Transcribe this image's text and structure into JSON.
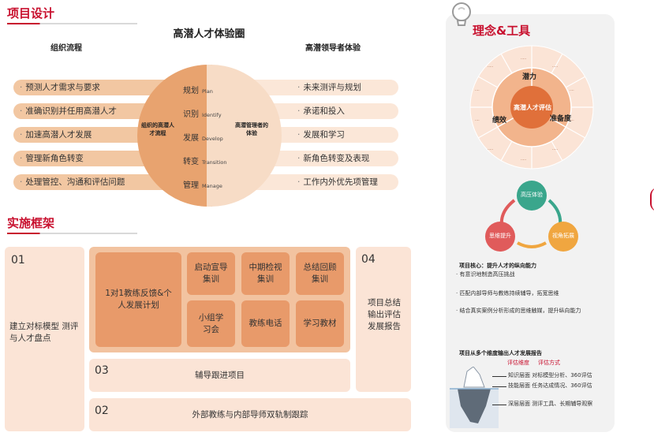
{
  "design": {
    "heading": "项目设计",
    "center_title": "高潜人才体验圈",
    "left_col_title": "组织流程",
    "right_col_title": "高潜领导者体验",
    "left_items": [
      "预测人才需求与要求",
      "准确识别并任用高潜人才",
      "加速高潜人才发展",
      "管理新角色转变",
      "处理管控、沟通和评估问题"
    ],
    "right_items": [
      "未来测评与规划",
      "承诺和投入",
      "发展和学习",
      "新角色转变及表现",
      "工作内外优先项管理"
    ],
    "stages": [
      {
        "cn": "规划",
        "en": "Plan"
      },
      {
        "cn": "识别",
        "en": "Identify"
      },
      {
        "cn": "发展",
        "en": "Develop"
      },
      {
        "cn": "转变",
        "en": "Transition"
      },
      {
        "cn": "管理",
        "en": "Manage"
      }
    ],
    "blob_left_label": "组织的高潜人才流程",
    "blob_right_label": "高潜管理者的体验"
  },
  "framework": {
    "heading": "实施框架",
    "box01_num": "01",
    "box01_text": "建立对标模型 测评与人才盘点",
    "box04_num": "04",
    "box04_text": "项目总结输出评估发展报告",
    "box03_num": "03",
    "box03_text": "辅导跟进项目",
    "box02_num": "02",
    "box02_text": "外部教练与内部导师双轨制跟踪",
    "coaching": "1对1教练反馈&个人发展计划",
    "kickoff": "启动宣导集训",
    "midterm": "中期检视集训",
    "summary": "总结回顾集训",
    "group": "小组学习会",
    "phone": "教练电话",
    "materials": "学习教材"
  },
  "concept": {
    "heading": "理念&工具",
    "wheel_center": "高潜人才评估",
    "wheel_top": "潜力",
    "wheel_left": "绩效",
    "wheel_right": "准备度",
    "cycle_top": "高压体验",
    "cycle_left": "思维提升",
    "cycle_right": "视角拓展",
    "core_title": "项目核心：提升人才的纵向能力",
    "core_items": [
      "有意识地制造高压挑战",
      "匹配内部导师与教练持续辅导，拓宽思维",
      "结合真实案例分析形成的思维触媒，提升纵向能力"
    ],
    "report_title": "项目从多个维度输出人才发展报告",
    "report_dim": "评估维度",
    "report_mode": "评估方式",
    "report_rows": [
      "知识层面  对标模型分析、360评估",
      "技能层面  任务达成情况、360评估",
      "深层层面  测评工具、长期辅导观察"
    ]
  },
  "colors": {
    "accent": "#c8102e",
    "orange": "#e89a6a",
    "peach": "#fbe4d6",
    "green": "#3aa68c",
    "red": "#e05b5b",
    "amber": "#f0a640"
  }
}
